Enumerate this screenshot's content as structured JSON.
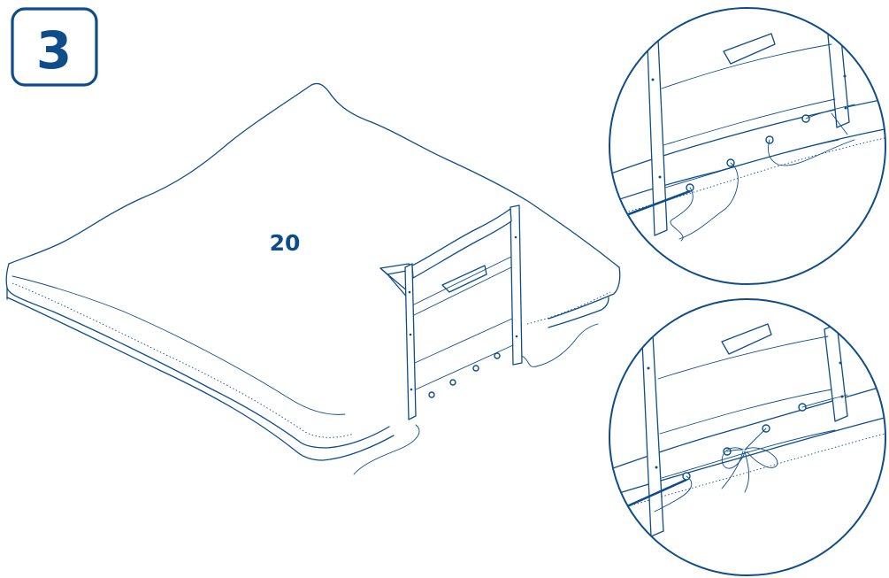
{
  "step": {
    "number": "3"
  },
  "part": {
    "number": "20"
  },
  "colors": {
    "ink": "#0f4d8a",
    "background": "#ffffff"
  },
  "panels": {
    "main": {
      "subject": "mattress-with-side-rail"
    },
    "detail_top": {
      "subject": "cord-threaded-through-eyelets"
    },
    "detail_bottom": {
      "subject": "cord-tied-in-bow"
    }
  }
}
